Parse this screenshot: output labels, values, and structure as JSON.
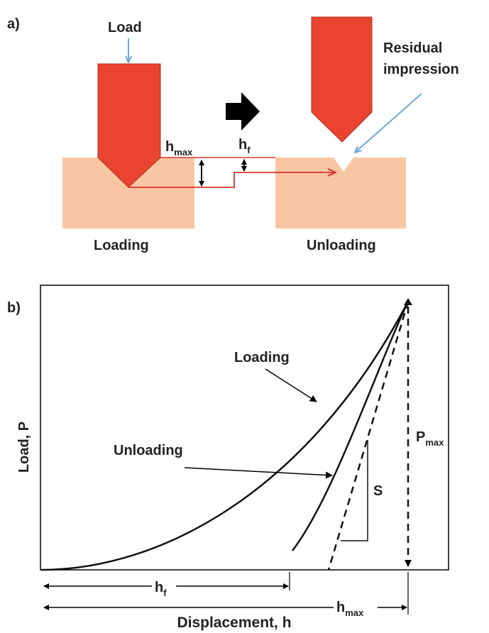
{
  "panel_a": {
    "label": "a)",
    "load_label": "Load",
    "residual_label_line1": "Residual",
    "residual_label_line2": "impression",
    "hmax_main": "h",
    "hmax_sub": "max",
    "hf_main": "h",
    "hf_sub": "f",
    "loading_caption": "Loading",
    "unloading_caption": "Unloading",
    "colors": {
      "indenter": "#e8442f",
      "sample": "#f8c6a2",
      "red_line": "#d9352a",
      "blue_arrow": "#6aa8d8"
    }
  },
  "panel_b": {
    "label": "b)",
    "ylabel": "Load, P",
    "xlabel": "Displacement, h",
    "loading_label": "Loading",
    "unloading_label": "Unloading",
    "stiffness_label": "S",
    "pmax_main": "P",
    "pmax_sub": "max",
    "hf_main": "h",
    "hf_sub": "f",
    "hmax_main": "h",
    "hmax_sub": "max"
  }
}
